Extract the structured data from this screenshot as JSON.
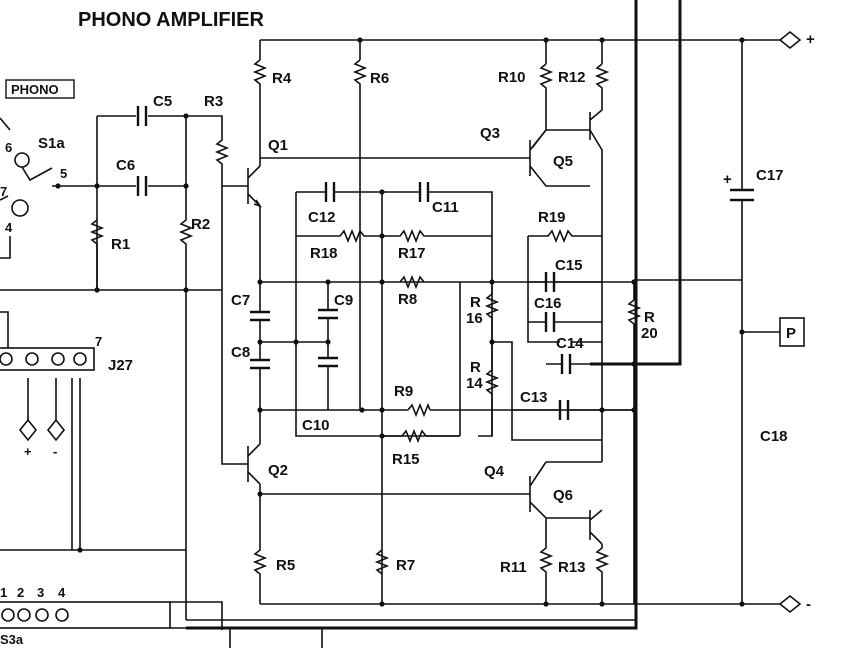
{
  "title": "PHONO AMPLIFIER",
  "phono_box": "PHONO",
  "switch_label": "S1a",
  "switch_pins": [
    "6",
    "5",
    "7",
    "4"
  ],
  "supply_plus": "+",
  "supply_minus": "-",
  "output_label": "P",
  "j27": {
    "label": "J27",
    "pin": "7",
    "polarity": [
      "+",
      "-"
    ]
  },
  "s3a": {
    "label": "S3a",
    "pins": [
      "1",
      "2",
      "3",
      "4"
    ]
  },
  "resistors": {
    "r1": "R1",
    "r2": "R2",
    "r3": "R3",
    "r4": "R4",
    "r5": "R5",
    "r6": "R6",
    "r7": "R7",
    "r8": "R8",
    "r9": "R9",
    "r10": "R10",
    "r11": "R11",
    "r12": "R12",
    "r13": "R13",
    "r15": "R15",
    "r17": "R17",
    "r18": "R18",
    "r19": "R19"
  },
  "split_resistors": {
    "r14": [
      "R",
      "14"
    ],
    "r16": [
      "R",
      "16"
    ],
    "r20": [
      "R",
      "20"
    ]
  },
  "capacitors": {
    "c5": "C5",
    "c6": "C6",
    "c7": "C7",
    "c8": "C8",
    "c9": "C9",
    "c10": "C10",
    "c11": "C11",
    "c12": "C12",
    "c13": "C13",
    "c14": "C14",
    "c15": "C15",
    "c16": "C16",
    "c17": "C17",
    "c18": "C18"
  },
  "transistors": {
    "q1": "Q1",
    "q2": "Q2",
    "q3": "Q3",
    "q4": "Q4",
    "q5": "Q5",
    "q6": "Q6"
  }
}
